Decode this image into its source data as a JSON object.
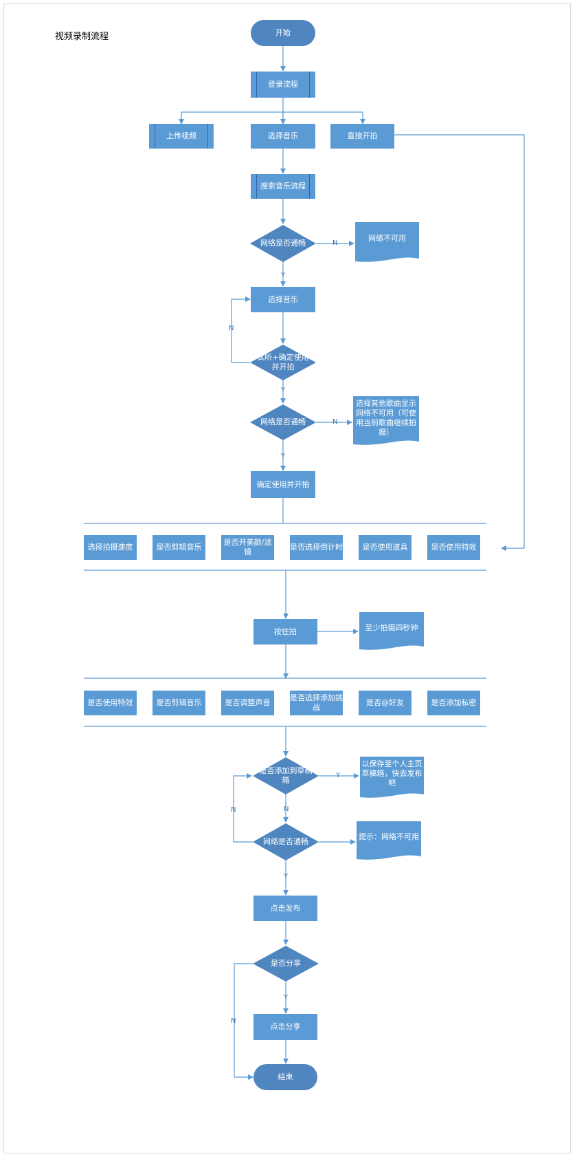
{
  "title": "视频录制流程",
  "nodes": {
    "start": "开始",
    "login": "登录流程",
    "upload": "上传视频",
    "select_music_1": "选择音乐",
    "direct_shoot": "直接开拍",
    "search_music": "搜索音乐流程",
    "net_check_1": "网络是否通畅",
    "net_unavailable": "网络不可用",
    "select_music_2": "选择音乐",
    "listen_confirm": "试听+确定使用并开拍",
    "net_check_2": "网络是否通畅",
    "other_song_notice": "选择其他歌曲显示网络不可用（可使用当前歌曲继续拍摄）",
    "confirm_use": "确定使用并开拍",
    "hold_shoot": "按住拍",
    "min_four_sec": "至少拍摄四秒钟",
    "add_draft": "是否添加到草稿箱",
    "draft_saved": "以保存至个人主页草稿箱，快去发布吧",
    "net_check_3": "网络是否通畅",
    "tip_net": "提示：网络不可用",
    "publish": "点击发布",
    "share_q": "是否分享",
    "click_share": "点击分享",
    "end": "结束"
  },
  "options_row_1": [
    "选择拍摄速度",
    "是否剪辑音乐",
    "是否开美颜/滤镜",
    "是否选择倒计时",
    "是否使用道具",
    "是否使用特效"
  ],
  "options_row_2": [
    "是否使用特效",
    "是否剪辑音乐",
    "是否调整声音",
    "是否选择添加挑战",
    "是否@好友",
    "是否添加私密"
  ],
  "edge_labels": {
    "yes": "Y",
    "no": "N"
  },
  "colors": {
    "box": "#5b9bd5",
    "decision": "#4f86c0",
    "line": "#5b9bd5",
    "label": "#2e75b6"
  }
}
